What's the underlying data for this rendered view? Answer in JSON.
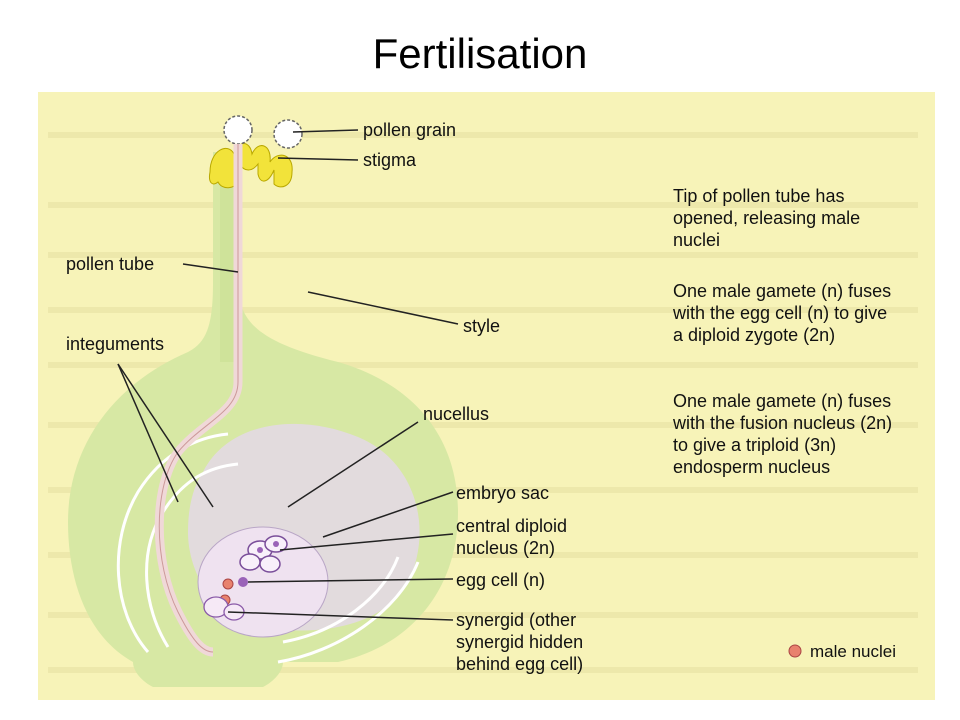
{
  "title": "Fertilisation",
  "colors": {
    "panel_bg": "#f7f3b8",
    "ovule_green": "#d7e8a4",
    "ovule_center": "#e4d8e8",
    "stigma_yellow": "#f2e33a",
    "pollen_tube": "#f0d8d8",
    "male_nucleus": "#e8826e",
    "egg_nucleus": "#9a63b8",
    "label_text": "#111111"
  },
  "labels": {
    "pollen_grain": "pollen grain",
    "stigma": "stigma",
    "pollen_tube": "pollen tube",
    "style": "style",
    "integuments": "integuments",
    "nucellus": "nucellus",
    "embryo_sac": "embryo sac",
    "central_diploid": [
      "central diploid",
      "nucleus (2n)"
    ],
    "egg_cell": "egg cell (n)",
    "synergid": [
      "synergid (other",
      "synergid hidden",
      "behind egg cell)"
    ]
  },
  "notes": {
    "tip": [
      "Tip of pollen tube has",
      "opened, releasing male",
      "nuclei"
    ],
    "zygote": [
      "One male gamete (n) fuses",
      "with the egg cell (n) to give",
      "a diploid zygote (2n)"
    ],
    "endosperm": [
      "One male gamete (n) fuses",
      "with the fusion nucleus (2n)",
      "to give a triploid (3n)",
      "endosperm nucleus"
    ]
  },
  "legend": {
    "male_nuclei": "male nuclei"
  }
}
